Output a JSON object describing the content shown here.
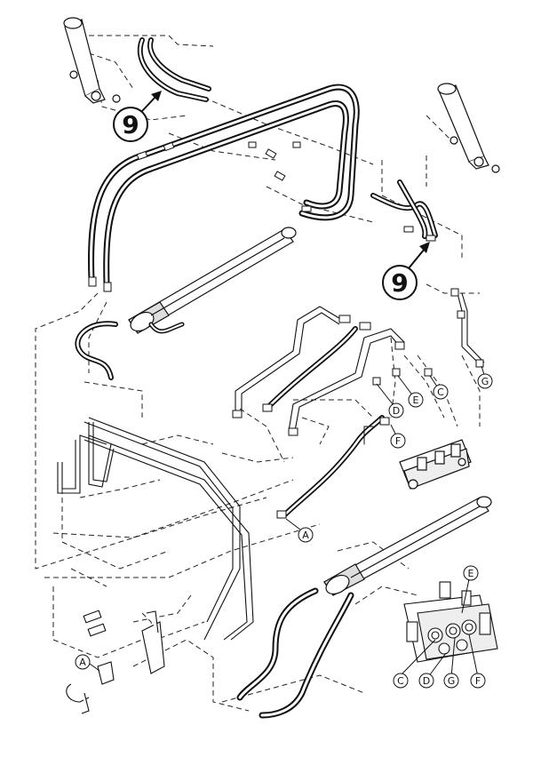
{
  "callouts": {
    "nine_top": "9",
    "nine_right": "9",
    "A_mid": "A",
    "A_bottom": "A",
    "C_mid": "C",
    "D_mid": "D",
    "E_mid": "E",
    "F_mid": "F",
    "G_mid": "G",
    "E_inset": "E",
    "C_inset": "C",
    "D_inset": "D",
    "G_inset": "G",
    "F_inset": "F"
  },
  "colors": {
    "line": "#111111",
    "dash": "#222222",
    "hose": "#111111",
    "background": "#ffffff"
  }
}
